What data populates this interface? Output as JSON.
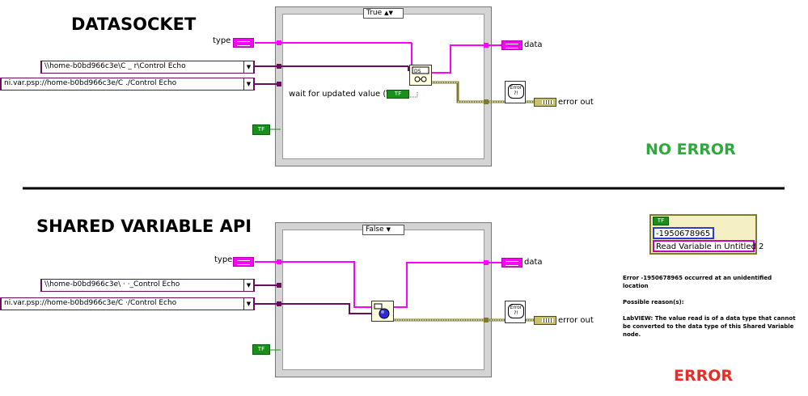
{
  "top": {
    "heading": "DATASOCKET",
    "case_selector": "True",
    "type_label": "type",
    "path1": "\\\\home-b0bd966c3e\\C           _               r\\Control Echo",
    "path2": "ni.var.psp://home-b0bd966c3e/C                       ./Control Echo",
    "wait_label": "wait for updated value (T)",
    "wait_const": "TF",
    "bool_const": "TF",
    "data_label": "data",
    "error_out_label": "error out",
    "status": "NO ERROR",
    "status_color": "#2eaa3d",
    "node_icon": "datasocket-read-icon"
  },
  "bottom": {
    "heading": "SHARED VARIABLE API",
    "case_selector": "False",
    "type_label": "type",
    "path1": "\\\\home-b0bd966c3e\\          ·               ·_Control Echo",
    "path2": "ni.var.psp://home-b0bd966c3e/C             ·/Control Echo",
    "bool_const": "TF",
    "data_label": "data",
    "error_out_label": "error out",
    "status": "ERROR",
    "status_color": "#ee2a24",
    "node_icon": "shared-variable-read-icon"
  },
  "error_cluster": {
    "status": "TF",
    "code": "-1950678965",
    "source": "Read Variable in Untitled 2"
  },
  "error_message": {
    "line1": "Error -1950678965 occurred at an unidentified location",
    "reasons_title": "Possible reason(s):",
    "reason": "LabVIEW:  The value read is of a data type that cannot be converted to the data type of this Shared Variable node."
  },
  "colors": {
    "wire_pink": "#ff00ff",
    "wire_path": "#6b0c5e",
    "wire_error": "#7e7a2a",
    "wire_bool": "#1a8f1a"
  }
}
